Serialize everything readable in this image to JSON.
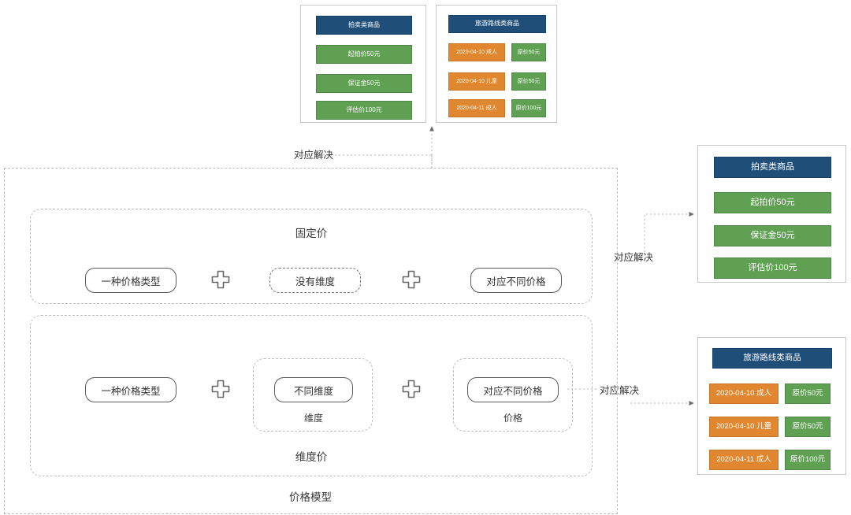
{
  "diagram": {
    "title": "价格模型",
    "colors": {
      "blue": "#1F4E79",
      "green": "#5FA052",
      "orange": "#E0872F",
      "border": "#c9c9c9",
      "dashed": "#bdbdbd",
      "pill_border": "#5a5a5a"
    }
  },
  "connector_labels": {
    "top": "对应解决",
    "right_upper": "对应解决",
    "right_lower": "对应解决"
  },
  "examples": {
    "auction_small": {
      "header": "拍卖类商品",
      "rows": [
        "起拍价50元",
        "保证金50元",
        "评估价100元"
      ]
    },
    "travel_small": {
      "header": "旅游路线类商品",
      "rows": [
        {
          "dim": "2020-04-10 成人",
          "price": "原价50元"
        },
        {
          "dim": "2020-04-10 儿童",
          "price": "原价50元"
        },
        {
          "dim": "2020-04-11 成人",
          "price": "原价100元"
        }
      ]
    },
    "auction_large": {
      "header": "拍卖类商品",
      "rows": [
        "起拍价50元",
        "保证金50元",
        "评估价100元"
      ]
    },
    "travel_large": {
      "header": "旅游路线类商品",
      "rows": [
        {
          "dim": "2020-04-10 成人",
          "price": "原价50元"
        },
        {
          "dim": "2020-04-10 儿童",
          "price": "原价50元"
        },
        {
          "dim": "2020-04-11 成人",
          "price": "原价100元"
        }
      ]
    }
  },
  "model": {
    "outer_label": "价格模型",
    "fixed_price": {
      "label": "固定价",
      "terms": [
        "一种价格类型",
        "没有维度",
        "对应不同价格"
      ],
      "operators": [
        "+",
        "+"
      ]
    },
    "dimension_price": {
      "label": "维度价",
      "terms": [
        "一种价格类型",
        "不同维度",
        "对应不同价格"
      ],
      "group_labels": {
        "dimension": "维度",
        "price": "价格"
      },
      "operators": [
        "+",
        "+"
      ]
    }
  }
}
